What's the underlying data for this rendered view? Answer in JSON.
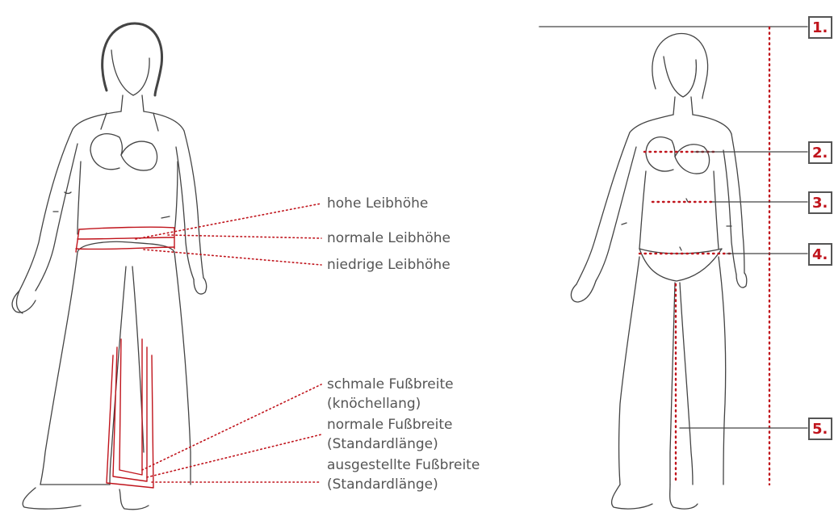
{
  "left_panel": {
    "labels": {
      "high_rise": "hohe Leibhöhe",
      "normal_rise": "normale Leibhöhe",
      "low_rise": "niedrige Leibhöhe",
      "narrow_hem": "schmale Fußbreite",
      "narrow_hem_note": "(knöchellang)",
      "normal_hem": "normale Fußbreite",
      "normal_hem_note": "(Standardlänge)",
      "flared_hem": "ausgestellte Fußbreite",
      "flared_hem_note": "(Standardlänge)"
    }
  },
  "right_panel": {
    "markers": [
      "1.",
      "2.",
      "3.",
      "4.",
      "5."
    ]
  },
  "colors": {
    "accent": "#c0141c",
    "line": "#555555",
    "text": "#555555"
  }
}
